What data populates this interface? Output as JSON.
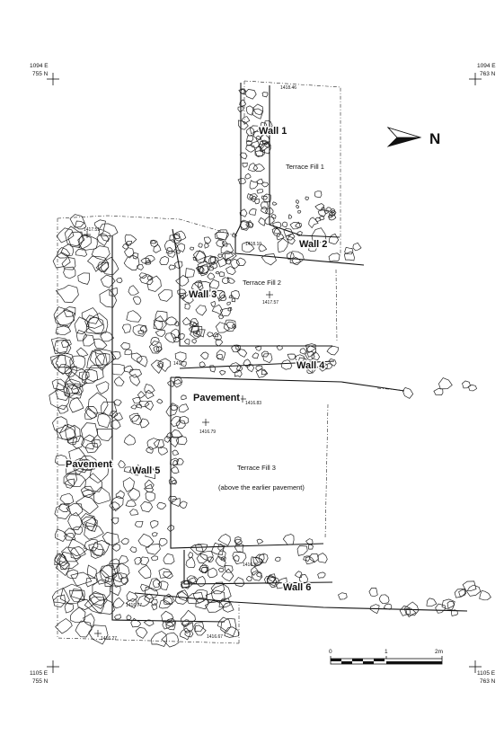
{
  "north_label": "N",
  "corners": [
    {
      "e": "1094 E",
      "n": "755 N"
    },
    {
      "e": "1094 E",
      "n": "763 N"
    },
    {
      "e": "1105 E",
      "n": "755 N"
    },
    {
      "e": "1105 E",
      "n": "763 N"
    }
  ],
  "features": {
    "wall1": "Wall 1",
    "wall2": "Wall 2",
    "wall3": "Wall 3",
    "wall4": "Wall 4",
    "wall5": "Wall 5",
    "wall6": "Wall 6",
    "pavement_a": "Pavement",
    "pavement_b": "Pavement",
    "fill1": "Terrace Fill 1",
    "fill2": "Terrace  Fill 2",
    "fill3": "Terrace Fill 3",
    "fill3_note": "(above the earlier pavement)"
  },
  "elevations": {
    "e1": "1418.46",
    "e2": "1417.51",
    "e3": "1418.10",
    "e4": "1417.57",
    "e5": "1417.",
    "e6": "1416.83",
    "e7": "1416.79",
    "e8": "1416.95",
    "e9": "1416.77",
    "e10": "1416.27",
    "e11": "1416.67"
  },
  "scale": {
    "t0": "0",
    "t1": "1",
    "t2": "2m"
  }
}
